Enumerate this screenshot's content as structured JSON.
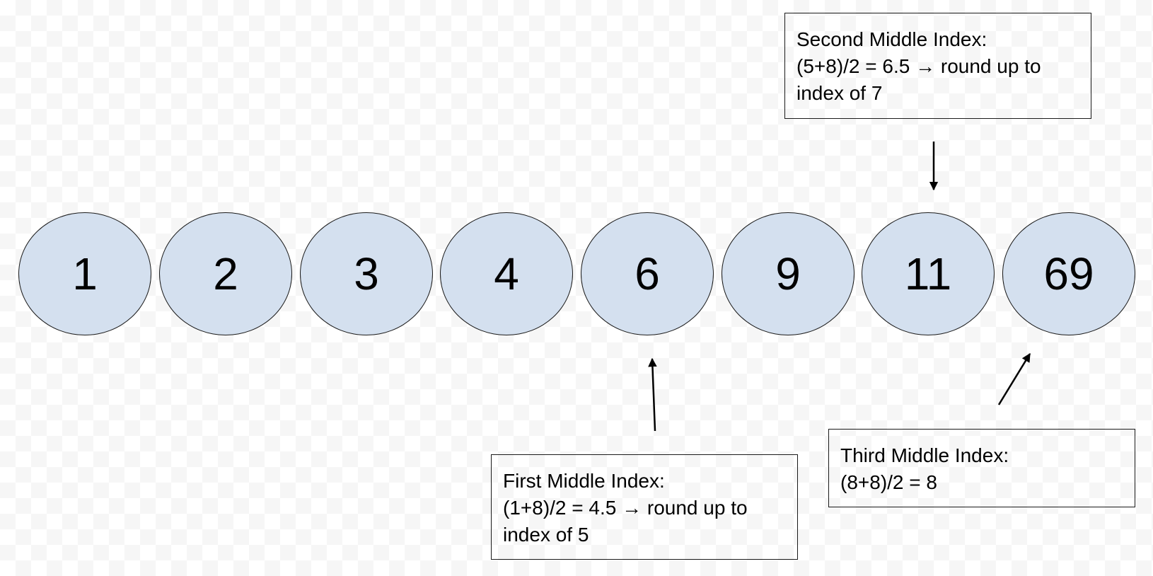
{
  "colors": {
    "node_fill": "#d4e0ef",
    "stroke": "#1a1a1a",
    "background": "#ffffff"
  },
  "nodes": [
    {
      "value": "1"
    },
    {
      "value": "2"
    },
    {
      "value": "3"
    },
    {
      "value": "4"
    },
    {
      "value": "6"
    },
    {
      "value": "9"
    },
    {
      "value": "11"
    },
    {
      "value": "69"
    }
  ],
  "annotations": {
    "second": {
      "title": "Second Middle Index:",
      "line1": "(5+8)/2 = 6.5 → round up to",
      "line2": "index of 7"
    },
    "first": {
      "title": "First Middle Index:",
      "line1": "(1+8)/2 = 4.5 → round up to",
      "line2": "index of 5"
    },
    "third": {
      "title": "Third Middle Index:",
      "line1": "(8+8)/2 = 8"
    }
  }
}
